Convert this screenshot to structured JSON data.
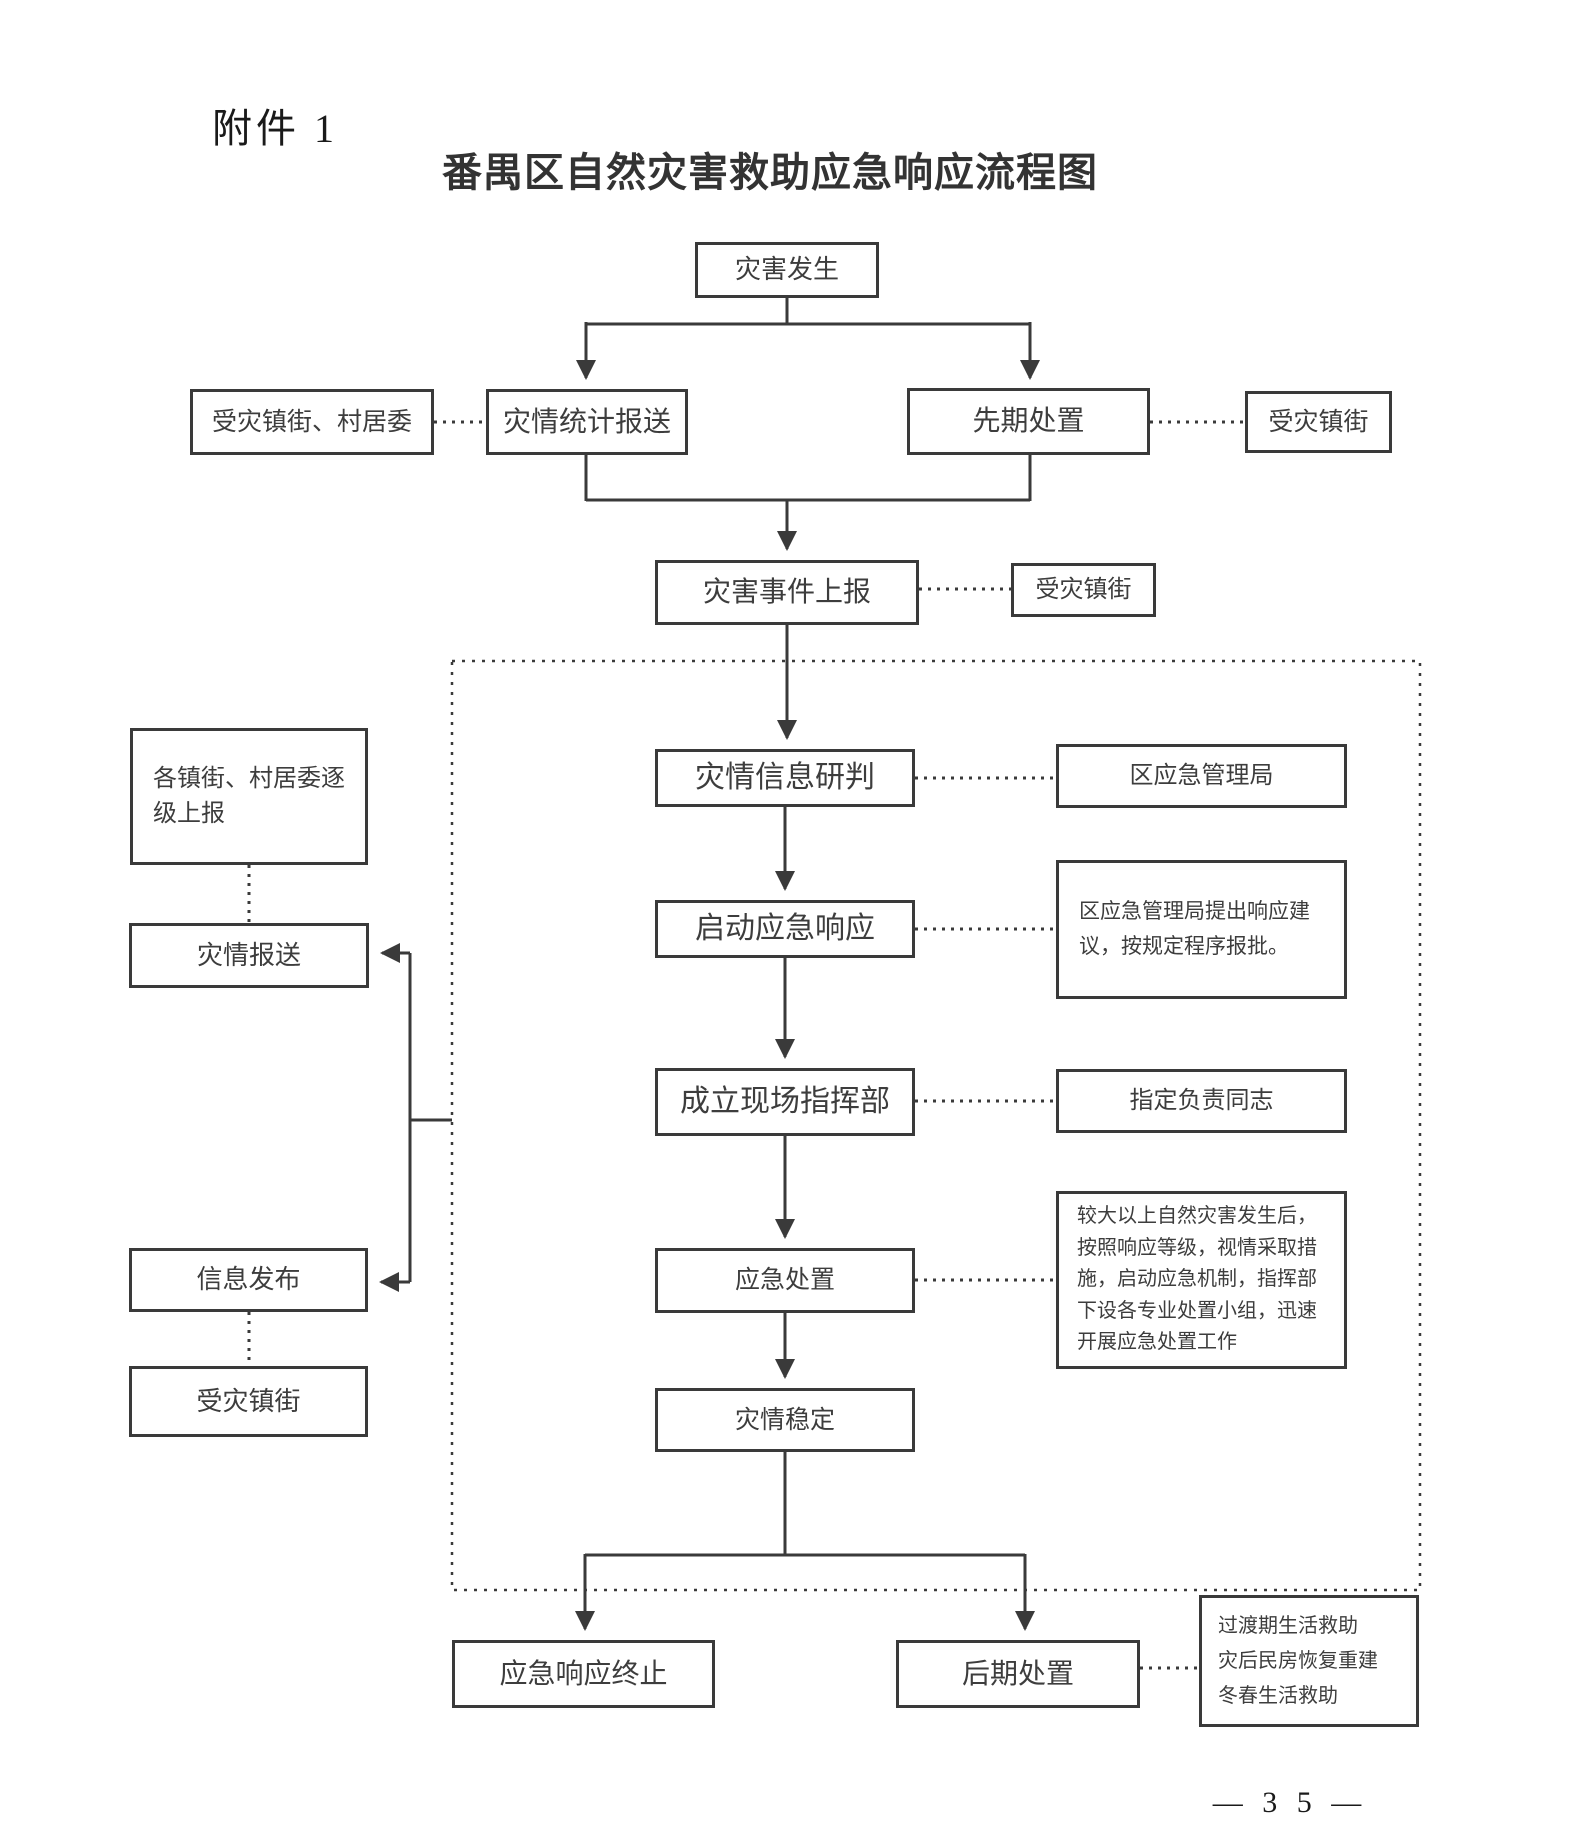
{
  "page": {
    "attachment_label": "附件 1",
    "title": "番禺区自然灾害救助应急响应流程图",
    "page_number": "— 3 5 —"
  },
  "nodes": {
    "disaster_occur": "灾害发生",
    "stat_report": "灾情统计报送",
    "affected_town_village": "受灾镇街、村居委",
    "initial_disposal": "先期处置",
    "affected_town_right": "受灾镇街",
    "event_report": "灾害事件上报",
    "affected_town_mid": "受灾镇街",
    "township_level_report": "各镇街、村居委逐级上报",
    "disaster_report": "灾情报送",
    "info_release": "信息发布",
    "affected_town_left": "受灾镇街",
    "info_research": "灾情信息研判",
    "district_bureau": "区应急管理局",
    "start_response": "启动应急响应",
    "setup_command": "成立现场指挥部",
    "designate_leader": "指定负责同志",
    "emergency_disposal": "应急处置",
    "situation_stable": "灾情稳定",
    "response_end": "应急响应终止",
    "later_disposal": "后期处置"
  },
  "notes": {
    "response_suggestion": "区应急管理局提出响应建议，按规定程序报批。",
    "disposal_detail": "较大以上自然灾害发生后，按照响应等级，视情采取措施，启动应急机制，指挥部下设各专业处置小组，迅速开展应急处置工作",
    "later_items": "过渡期生活救助\n灾后民房恢复重建\n冬春生活救助"
  }
}
